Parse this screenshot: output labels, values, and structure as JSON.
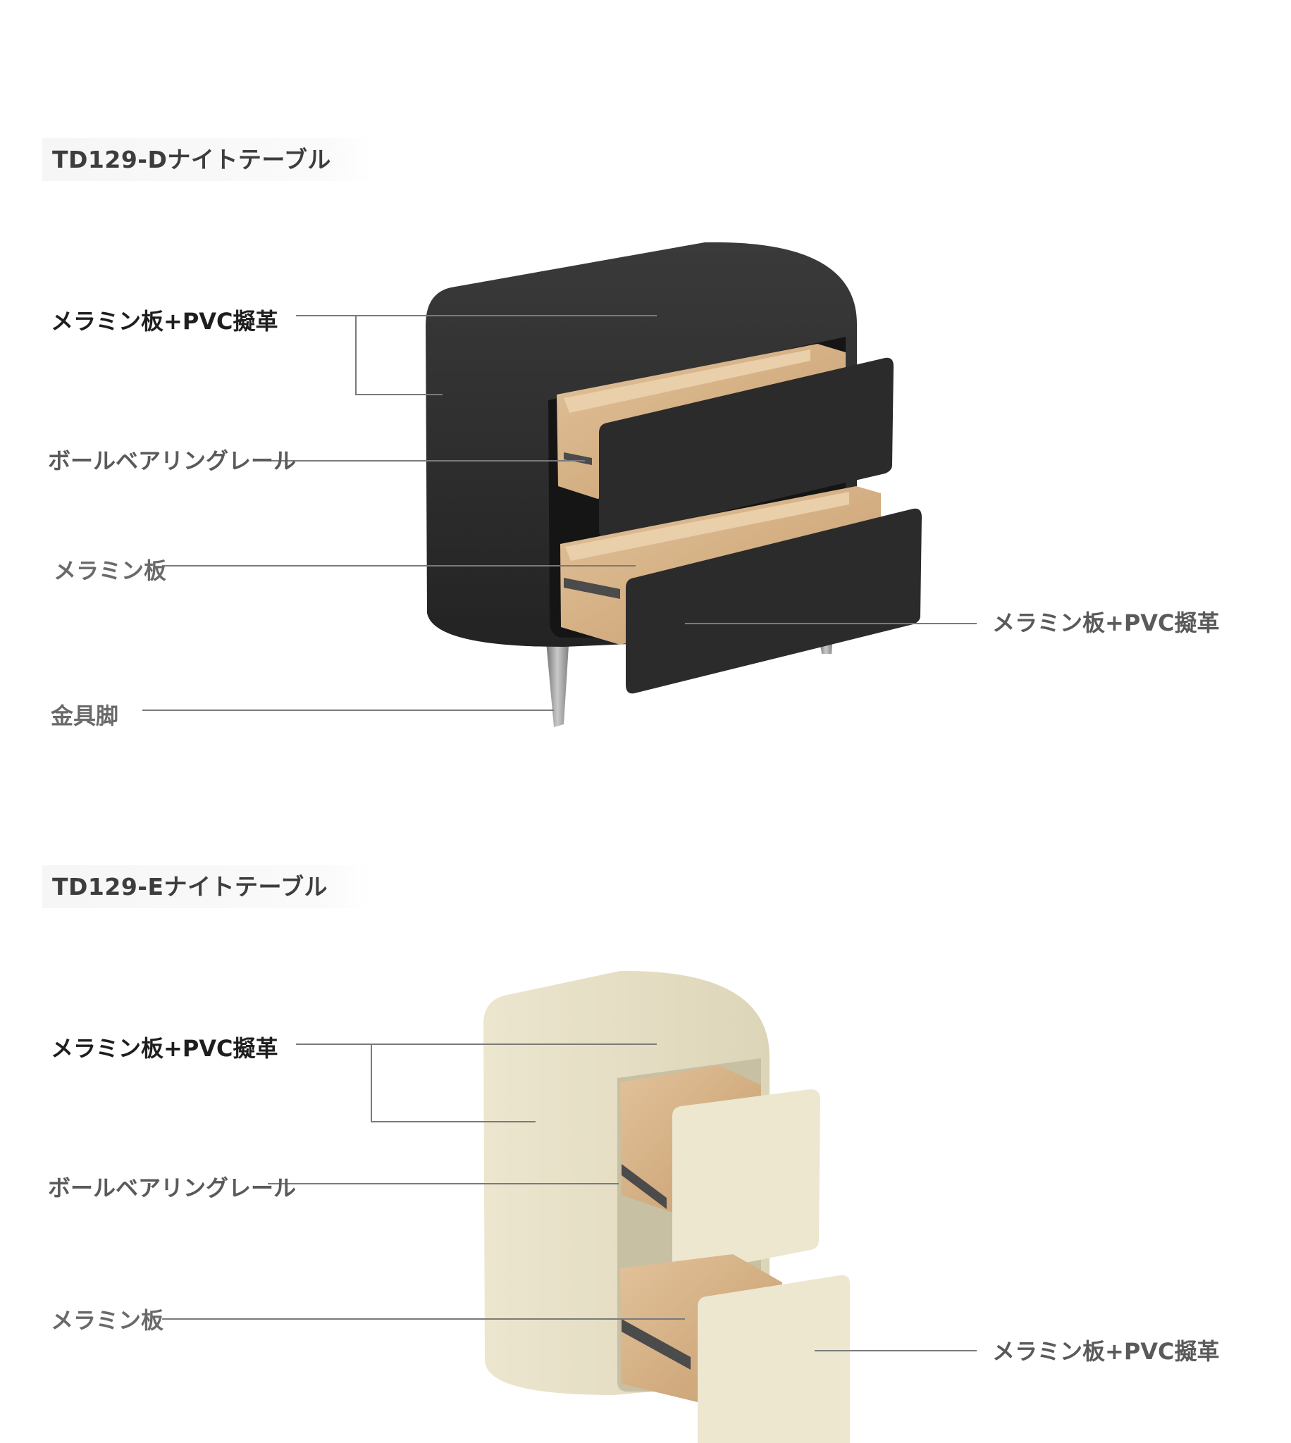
{
  "sections": [
    {
      "title": "TD129-Dナイトテーブル",
      "labels": {
        "top_material": "メラミン板+PVC擬革",
        "rail": "ボールベアリングレール",
        "drawer_panel": "メラミン板",
        "leg": "金具脚",
        "front_material": "メラミン板+PVC擬革"
      },
      "colors": {
        "body": "#2a2a2a",
        "wood": "#d8b48a",
        "leg": "#9a9a9a"
      }
    },
    {
      "title": "TD129-Eナイトテーブル",
      "labels": {
        "top_material": "メラミン板+PVC擬革",
        "rail": "ボールベアリングレール",
        "drawer_panel": "メラミン板",
        "front_material": "メラミン板+PVC擬革"
      },
      "colors": {
        "body": "#ebe5cc",
        "wood": "#d8b48a"
      }
    }
  ]
}
